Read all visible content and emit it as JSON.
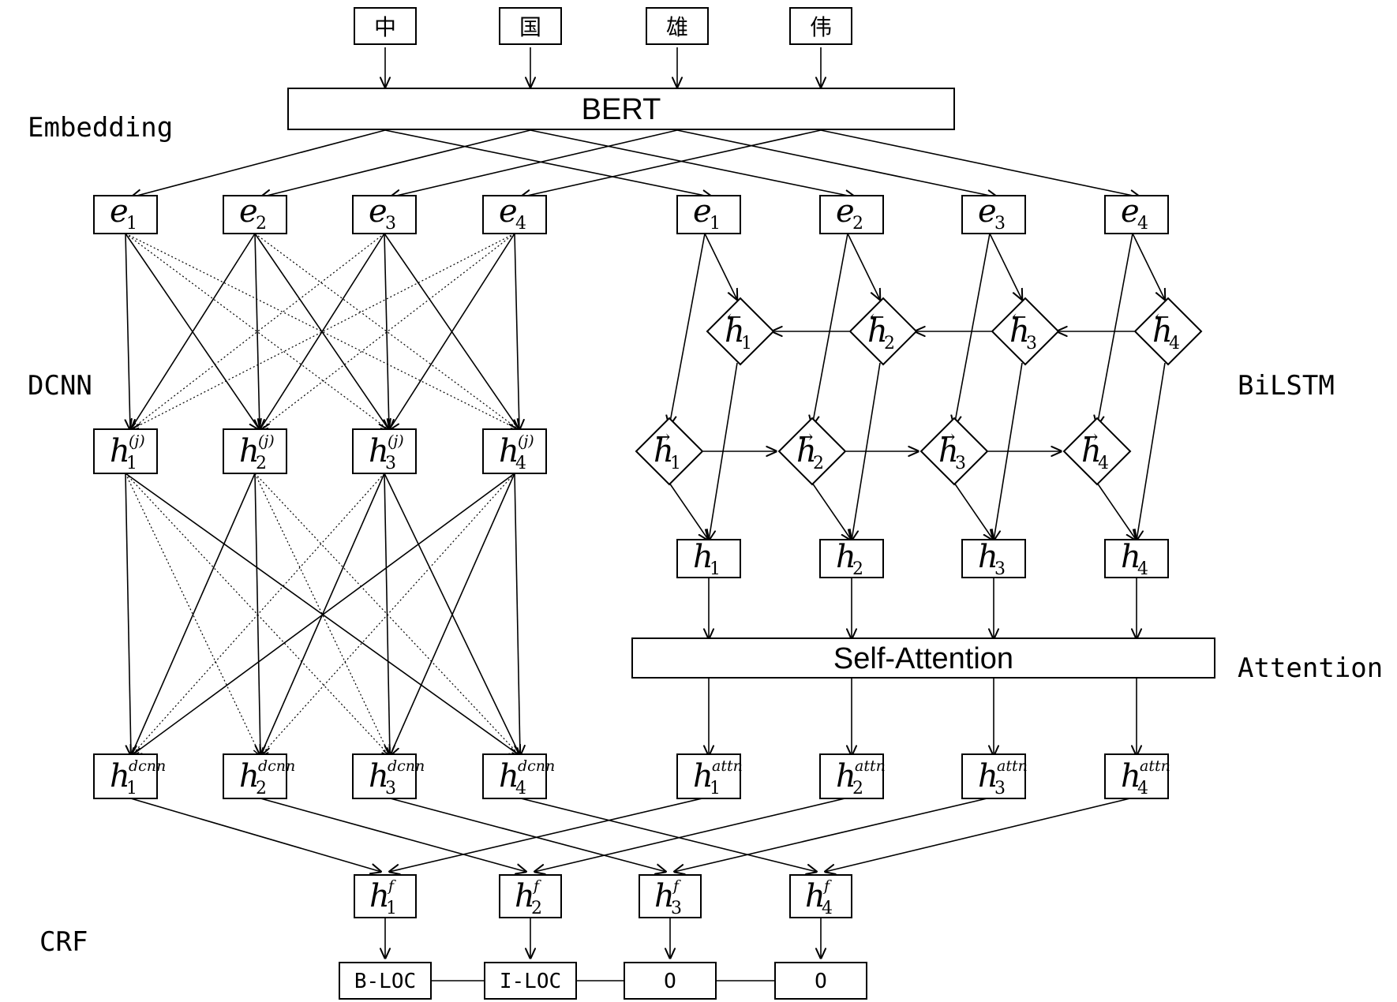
{
  "tokens": [
    "中",
    "国",
    "雄",
    "伟"
  ],
  "bert_label": "BERT",
  "attention_label": "Self-Attention",
  "layer_labels": {
    "embedding": "Embedding",
    "dcnn": "DCNN",
    "bilstm": "BiLSTM",
    "attention": "Attention",
    "crf": "CRF"
  },
  "symbols": {
    "embedding": "e",
    "hidden": "h",
    "dcnn_sup": "(j)",
    "dcnn_out_sup": "dcnn",
    "attn_sup": "attn",
    "fused_sup": "f",
    "backward_arrow": "←",
    "forward_arrow": "→"
  },
  "indices": [
    "1",
    "2",
    "3",
    "4"
  ],
  "crf_tags": [
    "B-LOC",
    "I-LOC",
    "O",
    "O"
  ],
  "colors": {
    "line": "#000000",
    "background": "#ffffff"
  }
}
